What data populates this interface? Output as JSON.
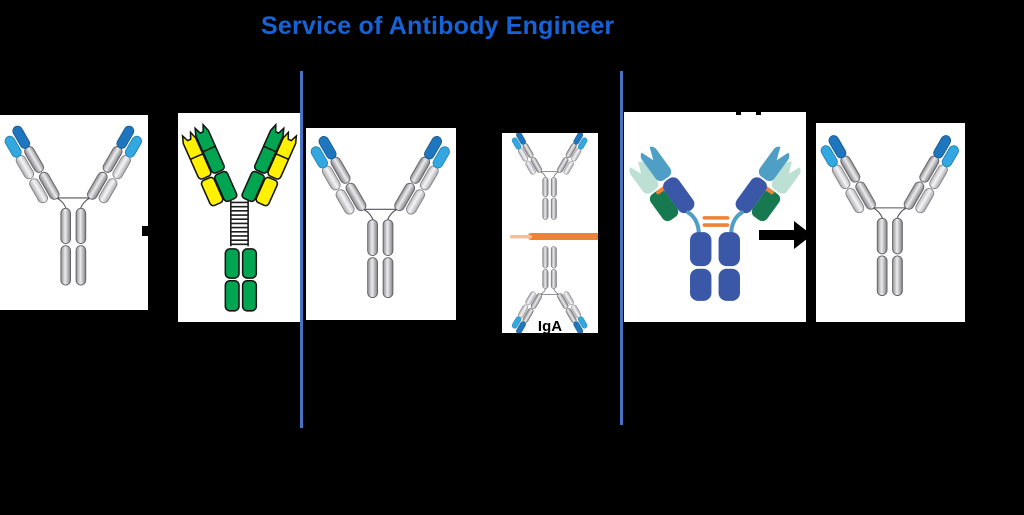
{
  "title": {
    "text": "Service of Antibody Engineer",
    "color": "#1563D6"
  },
  "divider": {
    "color": "#4472C4",
    "count": 2
  },
  "background_color": "#000000",
  "panel_background": "#FFFFFF",
  "palette": {
    "heavy_chain_gray": "#9A9A9E",
    "light_chain_gray": "#C6C6CA",
    "variable_dark_blue": "#1E76BE",
    "variable_light_blue": "#33A7DF",
    "green": "#00A551",
    "yellow": "#FFF101",
    "royal_blue": "#3A57A8",
    "teal": "#4E9EC6",
    "mint_green": "#BCE0D4",
    "dark_green": "#17794F",
    "orange": "#EE8338",
    "arrow_black": "#000000"
  },
  "panels": [
    {
      "name": "igg-antibody",
      "label": ""
    },
    {
      "name": "coiled-hinge-green-yellow-antibody",
      "label": ""
    },
    {
      "name": "igg-antibody",
      "label": ""
    },
    {
      "name": "iga-dimer",
      "label": "IgA"
    },
    {
      "name": "engineered-bispecific-antibody",
      "label": ""
    },
    {
      "name": "igg-antibody",
      "label": ""
    }
  ],
  "arrows": [
    {
      "name": "arrow-right",
      "between": [
        1,
        2
      ]
    },
    {
      "name": "arrow-right",
      "between": [
        5,
        6
      ]
    }
  ]
}
